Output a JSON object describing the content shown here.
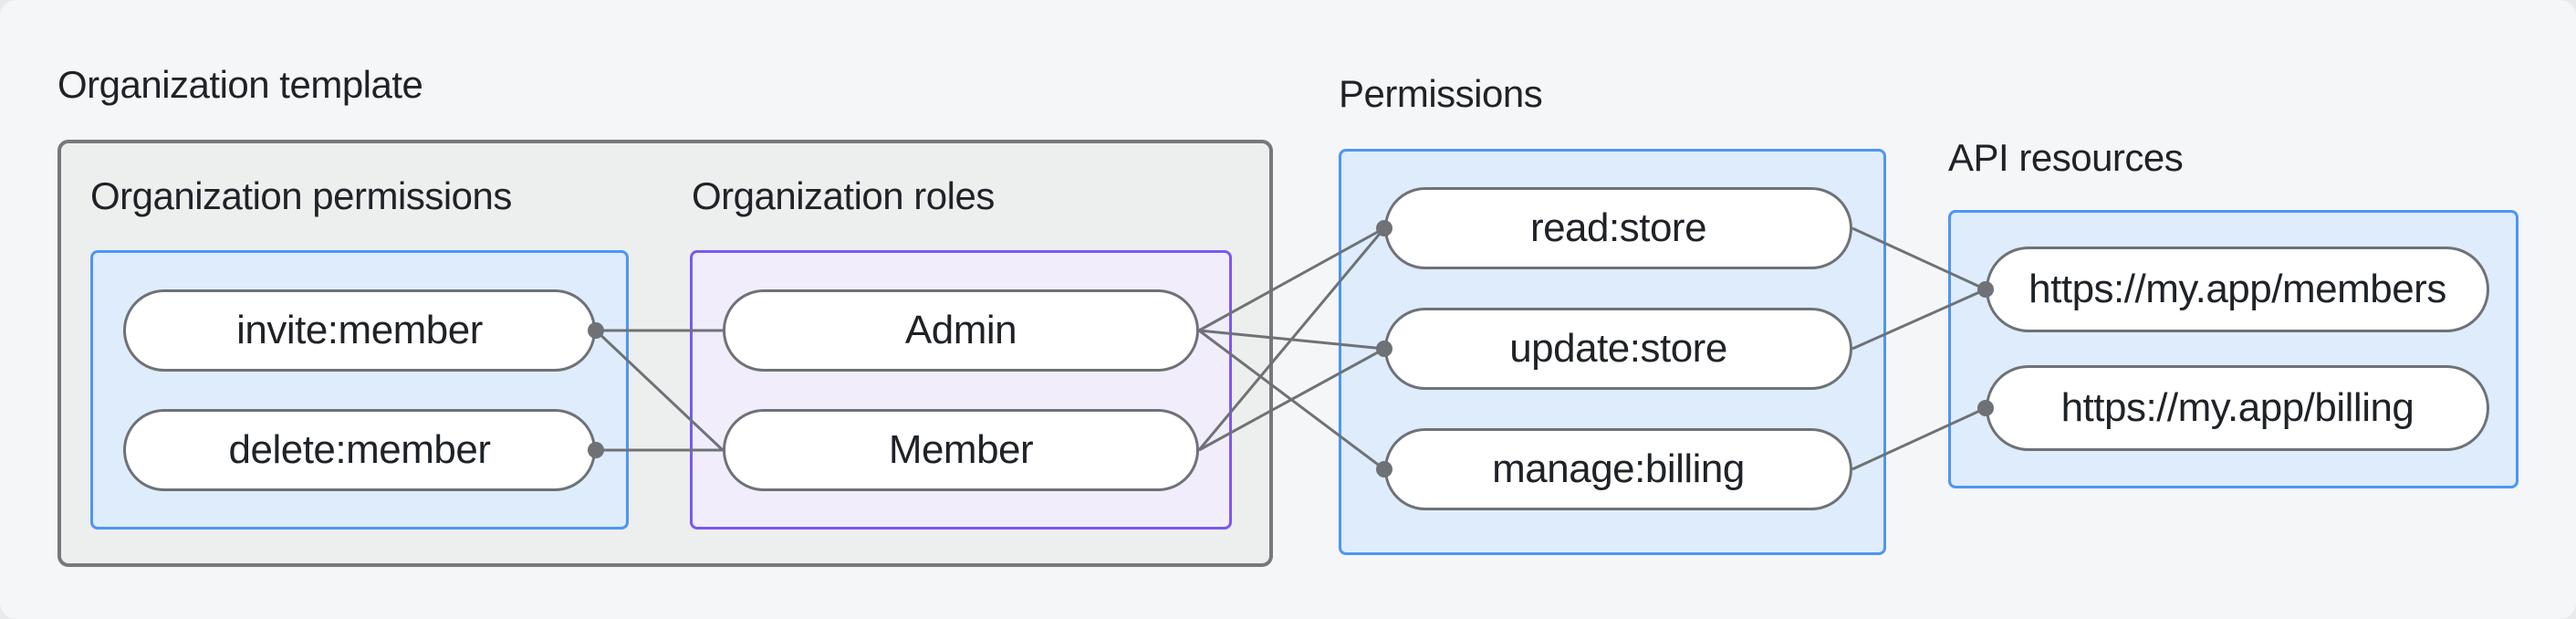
{
  "title": "Organization template",
  "colors": {
    "page_bg": "#F5F6F7",
    "template_box_bg": "#EDEEEE",
    "template_box_border": "#75797E",
    "blue_box_bg": "#DEECFC",
    "blue_box_border": "#4D95F6",
    "purple_box_bg": "#F1EDFB",
    "purple_box_border": "#7B58F1",
    "node_bg": "#FFFFFF",
    "node_border": "#6E7276",
    "connector": "#6E7276",
    "text": "#1F2328"
  },
  "groups": [
    {
      "id": "org-permissions",
      "label": "Organization permissions",
      "accent": "blue",
      "nodes": [
        {
          "id": "invite",
          "label": "invite:member"
        },
        {
          "id": "delete",
          "label": "delete:member"
        }
      ]
    },
    {
      "id": "org-roles",
      "label": "Organization roles",
      "accent": "purple",
      "nodes": [
        {
          "id": "admin",
          "label": "Admin"
        },
        {
          "id": "member",
          "label": "Member"
        }
      ]
    },
    {
      "id": "permissions",
      "label": "Permissions",
      "accent": "blue",
      "nodes": [
        {
          "id": "read",
          "label": "read:store"
        },
        {
          "id": "update",
          "label": "update:store"
        },
        {
          "id": "manage",
          "label": "manage:billing"
        }
      ]
    },
    {
      "id": "api-resources",
      "label": "API resources",
      "accent": "blue",
      "nodes": [
        {
          "id": "members",
          "label": "https://my.app/members"
        },
        {
          "id": "billing",
          "label": "https://my.app/billing"
        }
      ]
    }
  ],
  "edges": [
    [
      "invite",
      "admin"
    ],
    [
      "invite",
      "member"
    ],
    [
      "delete",
      "member"
    ],
    [
      "admin",
      "read"
    ],
    [
      "admin",
      "update"
    ],
    [
      "admin",
      "manage"
    ],
    [
      "member",
      "read"
    ],
    [
      "member",
      "update"
    ],
    [
      "read",
      "members"
    ],
    [
      "update",
      "members"
    ],
    [
      "manage",
      "billing"
    ]
  ],
  "connector_dots": [
    {
      "node": "invite",
      "side": "right"
    },
    {
      "node": "delete",
      "side": "right"
    },
    {
      "node": "read",
      "side": "left"
    },
    {
      "node": "update",
      "side": "left"
    },
    {
      "node": "manage",
      "side": "left"
    },
    {
      "node": "members",
      "side": "left"
    },
    {
      "node": "billing",
      "side": "left"
    }
  ],
  "connector_style": {
    "line_width": 3,
    "dot_radius": 9
  }
}
